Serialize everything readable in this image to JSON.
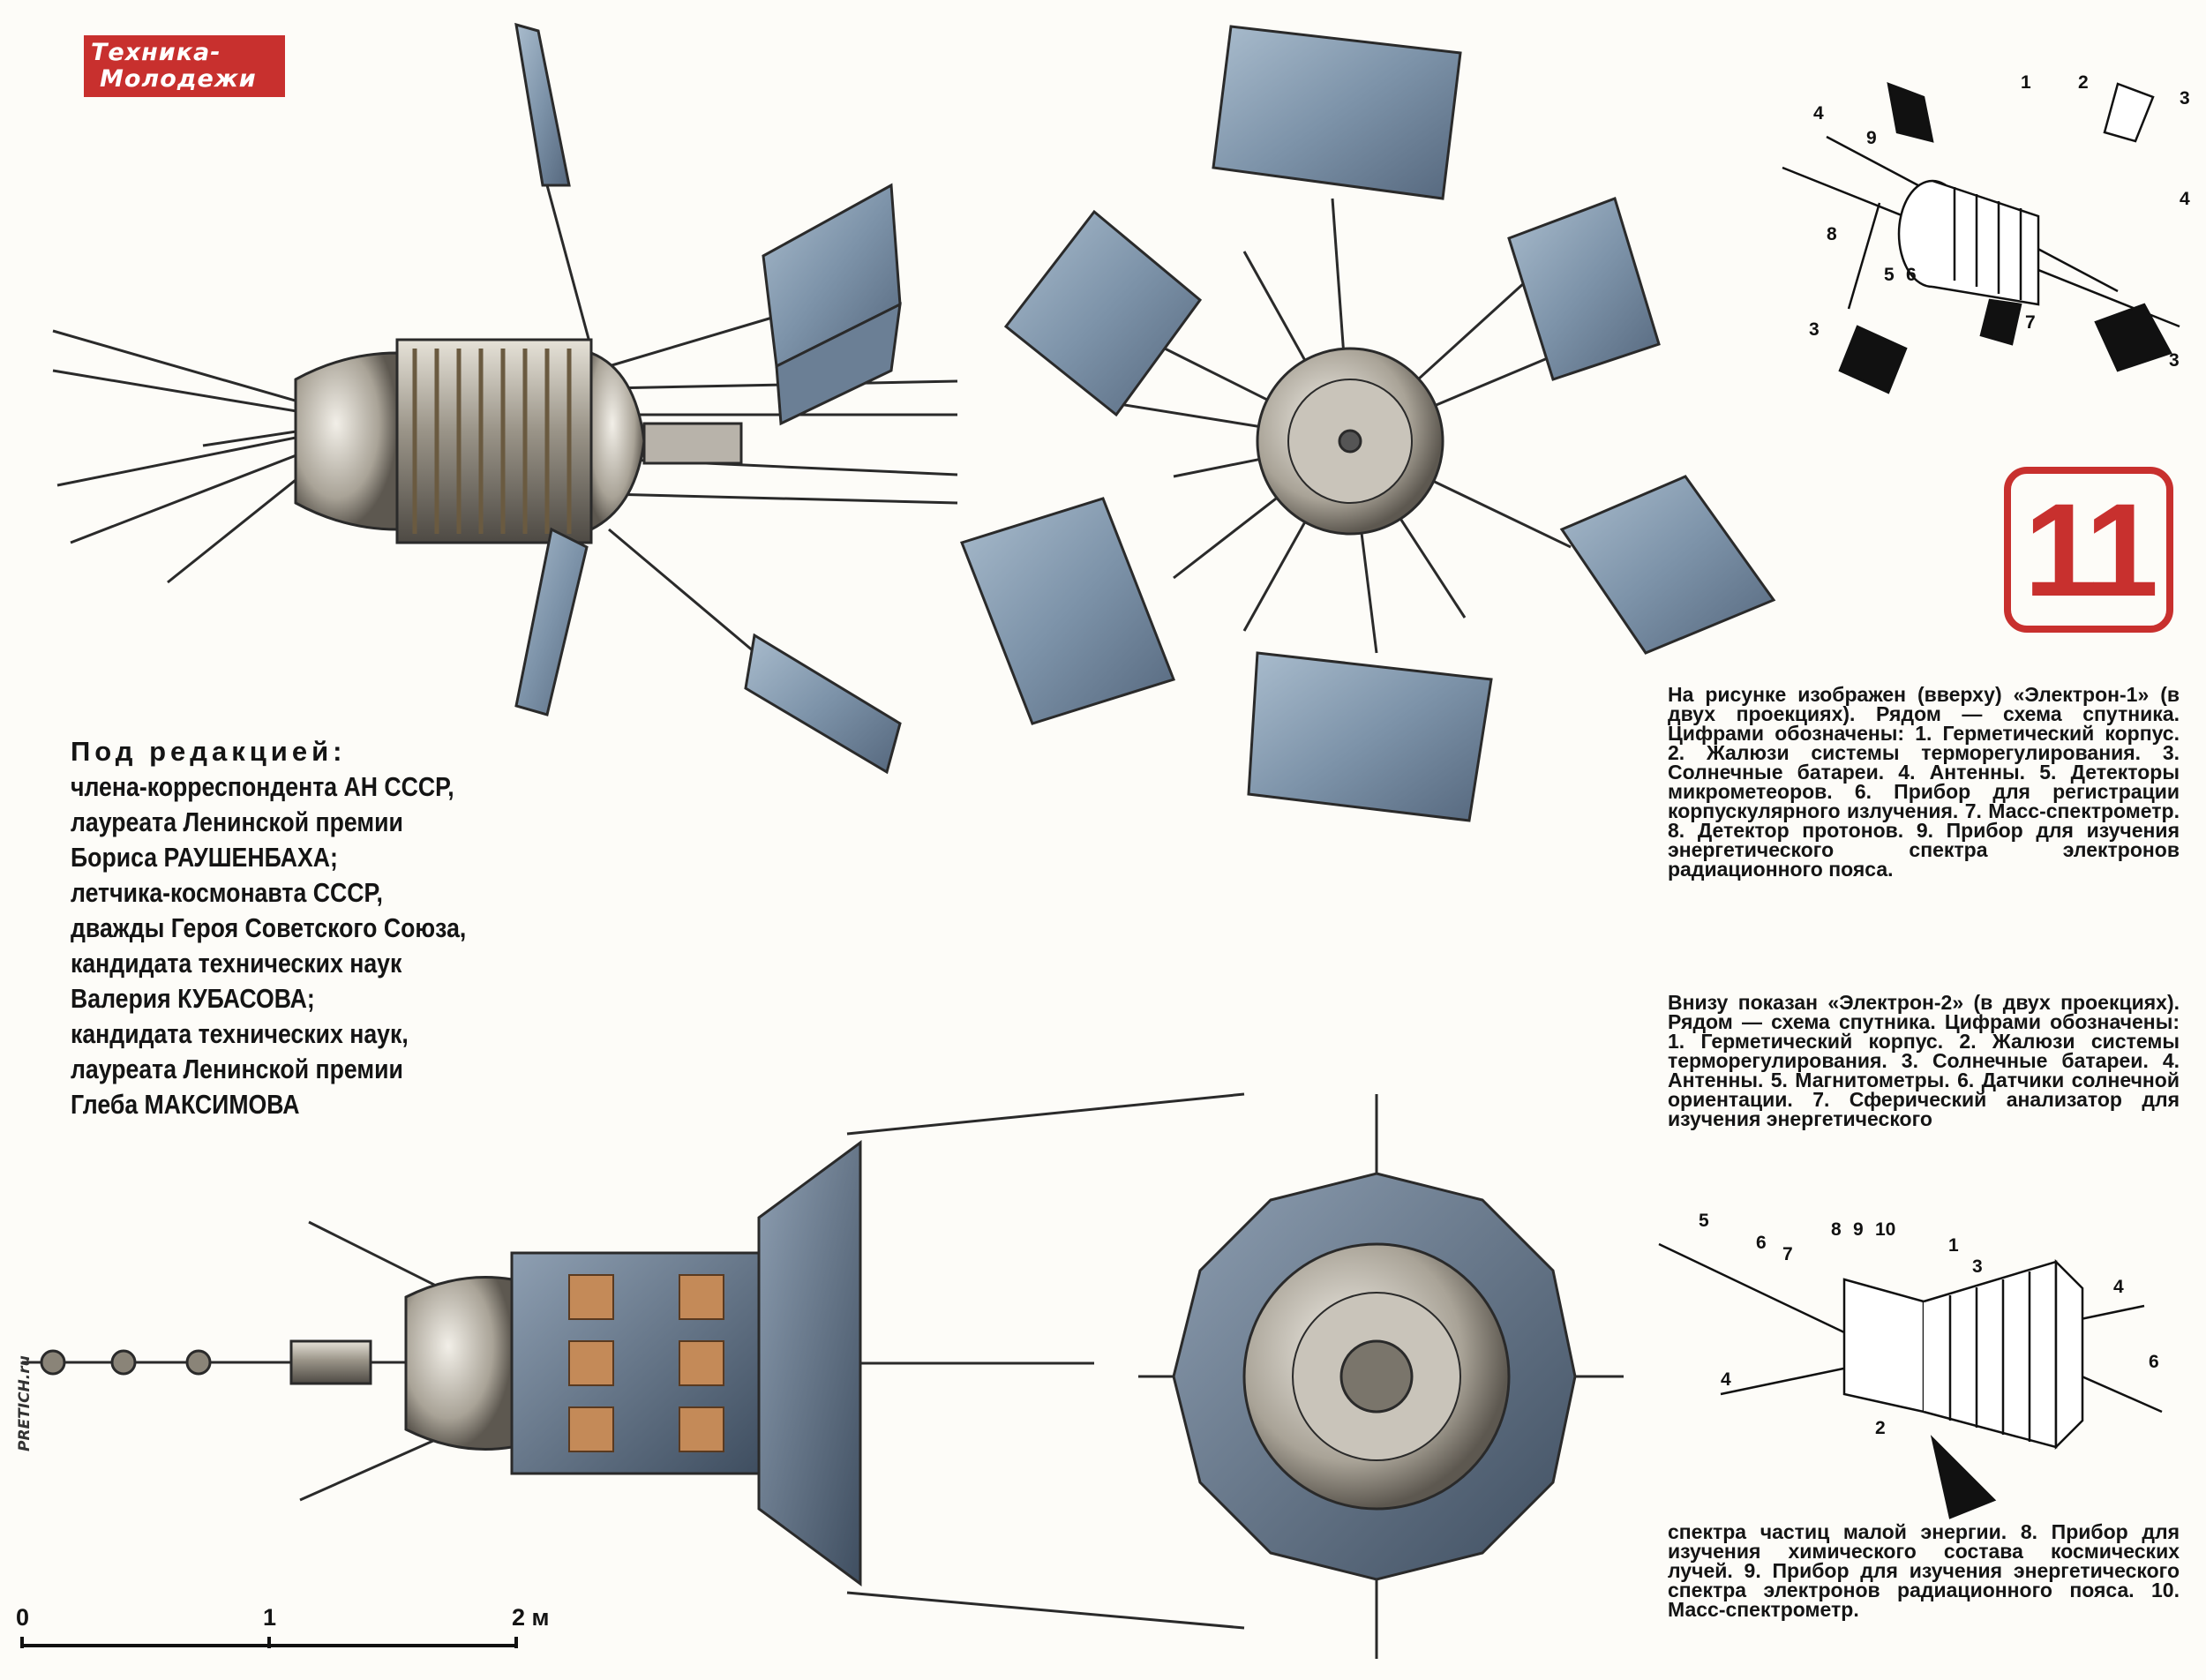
{
  "masthead": {
    "line1": "Техника-",
    "line2": "Молодежи"
  },
  "issue_number": "11",
  "editors": {
    "heading": "Под редакцией:",
    "lines": [
      "члена-корреспондента АН СССР,",
      "лауреата Ленинской премии",
      "Бориса РАУШЕНБАХА;",
      "летчика-космонавта СССР,",
      "дважды Героя Советского Союза,",
      "кандидата технических наук",
      "Валерия КУБАСОВА;",
      "кандидата технических наук,",
      "лауреата Ленинской премии",
      "Глеба МАКСИМОВА"
    ]
  },
  "caption_top": "На рисунке изображен (вверху) «Электрон-1» (в двух проекциях). Рядом — схема спутника. Цифрами обозначены: 1. Герметический корпус. 2. Жалюзи системы терморегулирования. 3. Солнечные батареи. 4. Антенны. 5. Детекторы микрометеоров. 6. Прибор для регистрации корпускулярного излучения. 7. Масс-спектрометр. 8. Детектор протонов. 9. Прибор для изучения энергетического спектра электронов радиационного пояса.",
  "caption_bottom_part1": "Внизу показан «Электрон-2» (в двух проекциях). Рядом — схема спутника. Цифрами обозначены: 1. Герметический корпус. 2. Жалюзи системы терморегулирования. 3. Солнечные батареи. 4. Антенны. 5. Магнитометры. 6. Датчики солнечной ориентации. 7. Сферический анализатор для изучения энергетического",
  "caption_bottom_part2": "спектра частиц малой энергии. 8. Прибор для изучения химического состава космических лучей. 9. Прибор для изучения энергетического спектра электронов радиационного пояса. 10. Масс-спектрометр.",
  "scale": {
    "zero": "0",
    "one": "1",
    "two": "2 м"
  },
  "watermark": "PRETICH.ru",
  "schema1_labels": [
    "1",
    "2",
    "3",
    "4",
    "9",
    "8",
    "5",
    "6",
    "7",
    "3",
    "4",
    "3"
  ],
  "schema2_labels": [
    "5",
    "6",
    "7",
    "8",
    "9",
    "10",
    "1",
    "3",
    "4",
    "4",
    "6",
    "2"
  ],
  "colors": {
    "accent": "#c8302e",
    "panel": "#8fa3b8",
    "panel_dark": "#4a5a6e",
    "metal": "#b7b2a8",
    "copper": "#c48a58"
  }
}
